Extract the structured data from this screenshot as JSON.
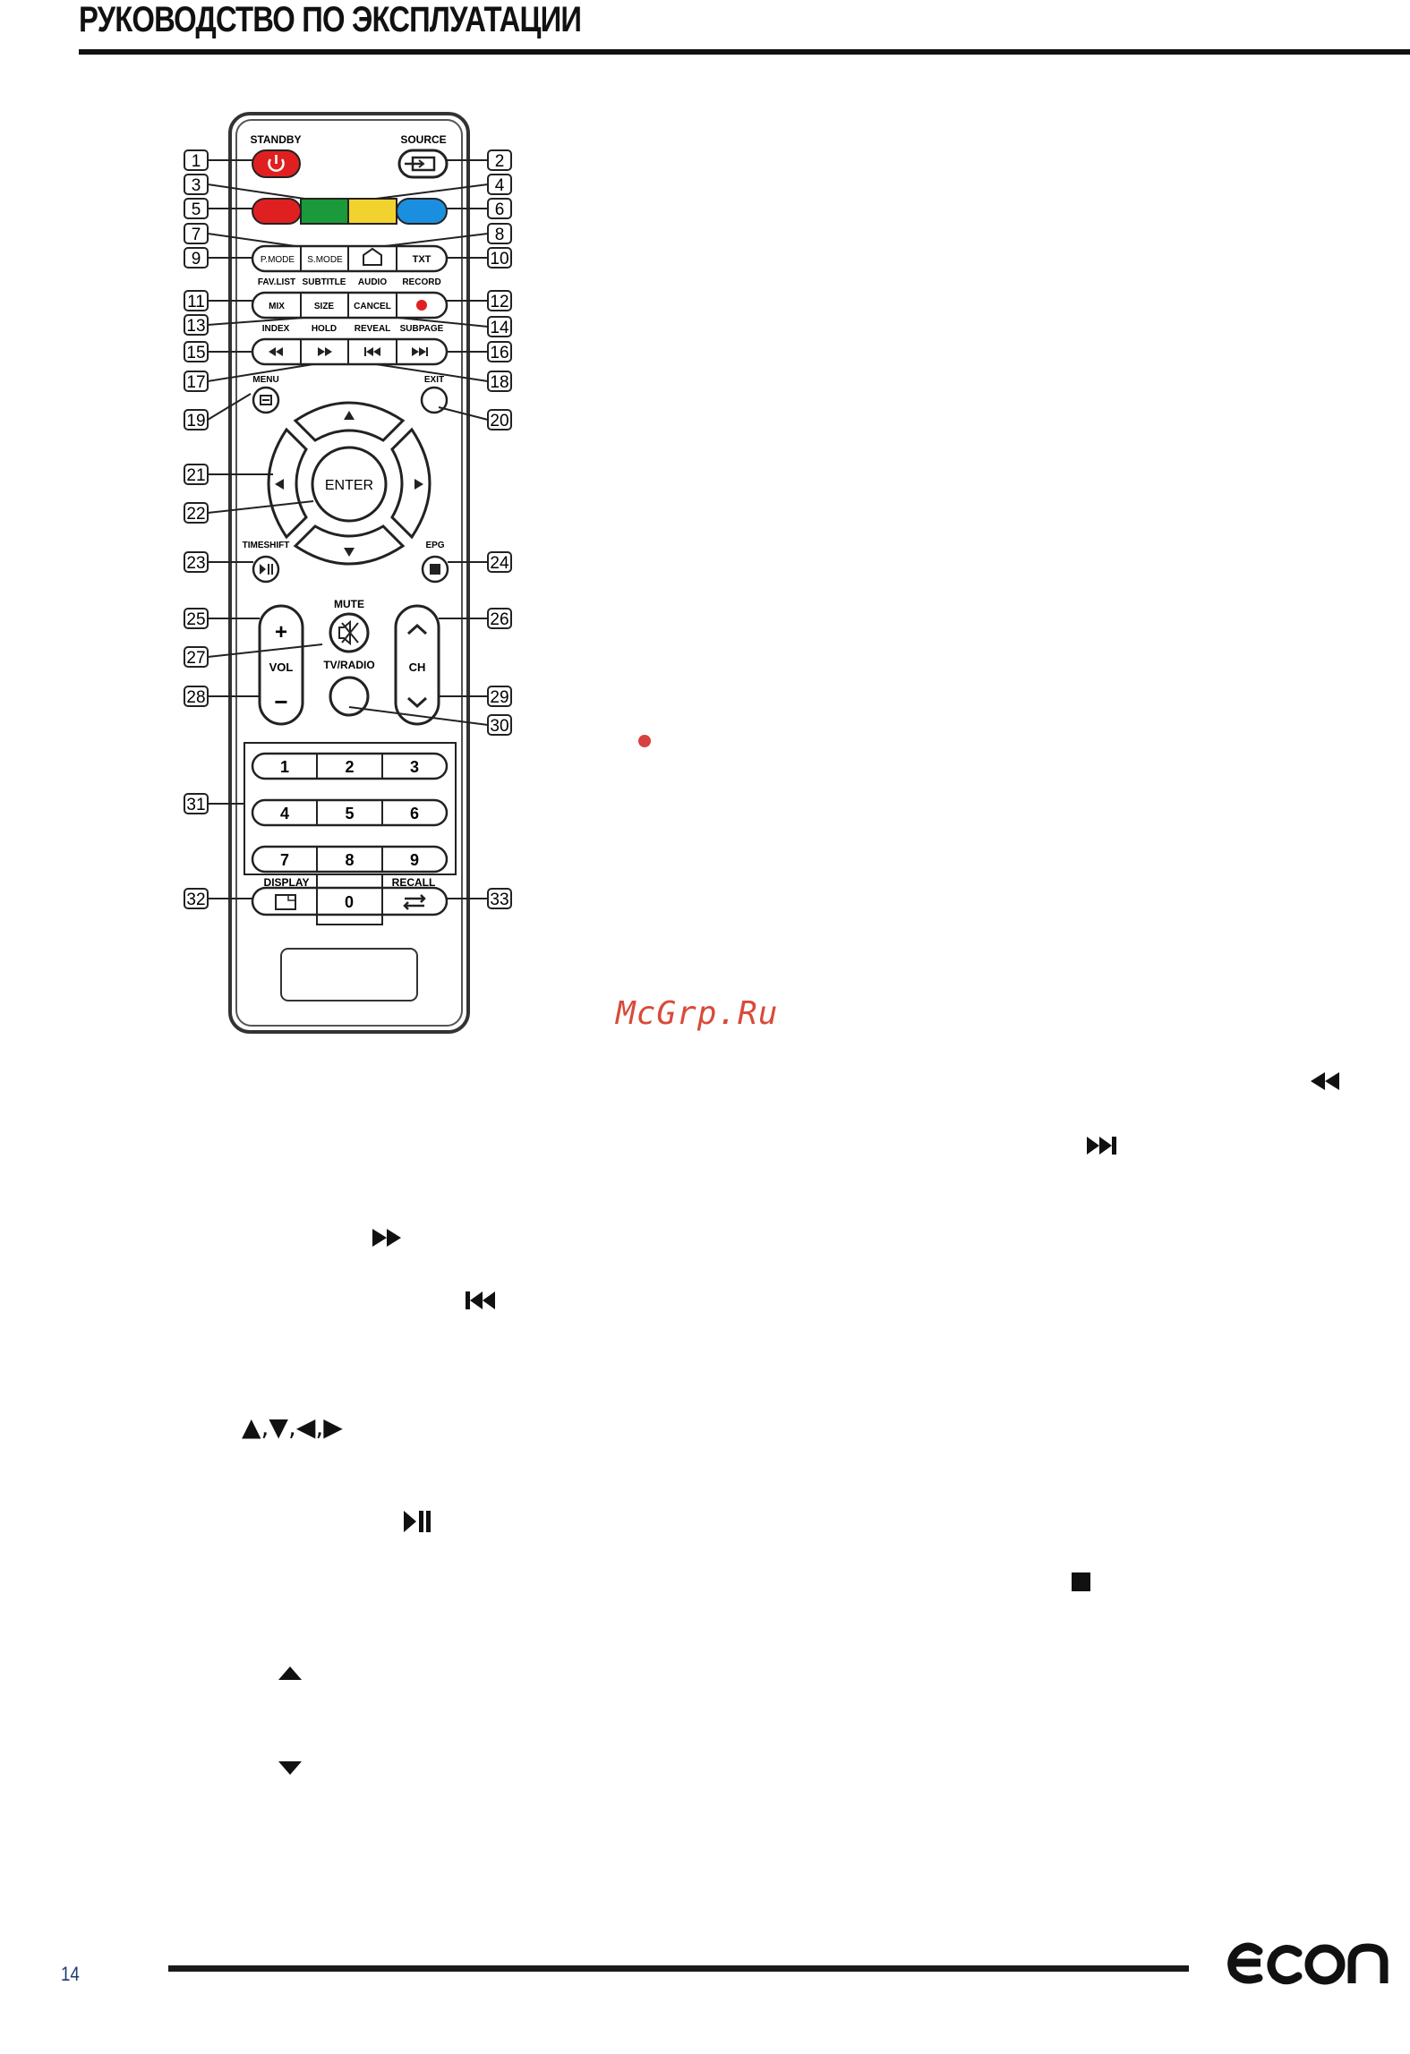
{
  "header": {
    "title": "РУКОВОДСТВО ПО ЭКСПЛУАТАЦИИ"
  },
  "remote": {
    "top_labels": {
      "standby": "STANDBY",
      "source": "SOURCE"
    },
    "row_pmode": [
      "P.MODE",
      "S.MODE",
      "",
      "TXT"
    ],
    "row_pmode_sub": [
      "FAV.LIST",
      "SUBTITLE",
      "AUDIO",
      "RECORD"
    ],
    "row_mix": [
      "MIX",
      "SIZE",
      "CANCEL",
      ""
    ],
    "row_mix_sub": [
      "INDEX",
      "HOLD",
      "REVEAL",
      "SUBPAGE"
    ],
    "menu_label": "MENU",
    "exit_label": "EXIT",
    "enter_label": "ENTER",
    "timeshift_label": "TIMESHIFT",
    "epg_label": "EPG",
    "mute_label": "MUTE",
    "vol_label": "VOL",
    "ch_label": "CH",
    "tvradio_label": "TV/RADIO",
    "vol_plus": "+",
    "vol_minus": "−",
    "digits": [
      "1",
      "2",
      "3",
      "4",
      "5",
      "6",
      "7",
      "8",
      "9"
    ],
    "zero": "0",
    "display_label": "DISPLAY",
    "recall_label": "RECALL",
    "callouts_left": [
      "1",
      "3",
      "5",
      "7",
      "9",
      "11",
      "13",
      "15",
      "17",
      "19",
      "21",
      "22",
      "23",
      "25",
      "27",
      "28",
      "31",
      "32"
    ],
    "callouts_right": [
      "2",
      "4",
      "6",
      "8",
      "10",
      "12",
      "14",
      "16",
      "18",
      "20",
      "24",
      "26",
      "29",
      "30",
      "33"
    ],
    "colors": {
      "standby": "#e02020",
      "red": "#e02020",
      "green": "#1a9a3a",
      "yellow": "#f2d22e",
      "blue": "#1a8fe0",
      "record": "#e02020"
    }
  },
  "watermark": "McGrp.Ru",
  "text_icons": {
    "arrows_combo": "▲,▼,◀,▶"
  },
  "icons": [
    "rewind-icon",
    "next-track-icon",
    "fast-forward-icon",
    "previous-track-icon",
    "play-pause-icon",
    "stop-icon",
    "up-arrow-icon",
    "down-arrow-icon"
  ],
  "footer": {
    "page_number": "14",
    "brand": "econ"
  }
}
